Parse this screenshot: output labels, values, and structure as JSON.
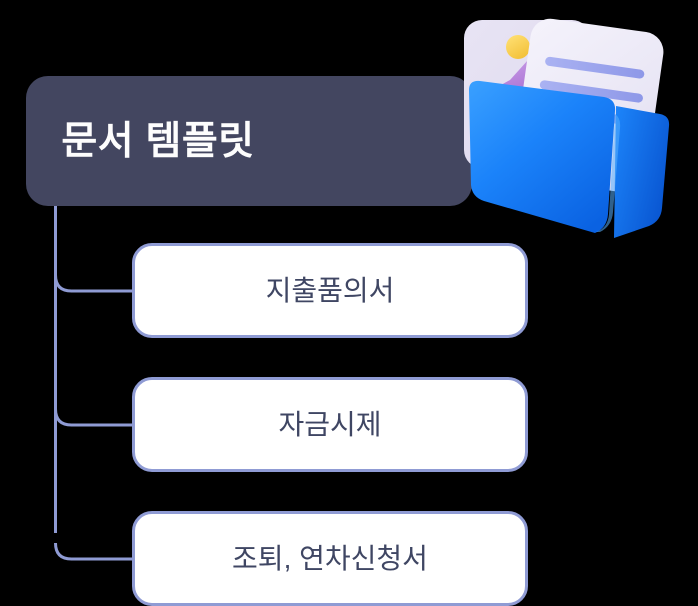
{
  "page": {
    "background_color": "#000000",
    "type": "org-chart-node-tree"
  },
  "header": {
    "title": "문서 템플릿",
    "background_color": "#434660",
    "text_color": "#fdfdfd"
  },
  "tree": {
    "connector_color": "#8f9bd4",
    "items": [
      {
        "label": "지출품의서"
      },
      {
        "label": "자금시제"
      },
      {
        "label": "조퇴, 연차신청서"
      }
    ],
    "card_background": "#ffffff",
    "card_border_color": "#8f9bd4",
    "card_text_color": "#3f4663"
  },
  "illustration": {
    "name": "folder-with-documents-3d-icon",
    "folder_color": "#1a7efb",
    "folder_color_dark": "#0a66e0",
    "paper_color": "#eceaf6",
    "back_card_color": "#e3dff1",
    "line_color": "#9aa4ee",
    "sun_color": "#f6cd4c",
    "mountain_color": "#b785dd"
  }
}
